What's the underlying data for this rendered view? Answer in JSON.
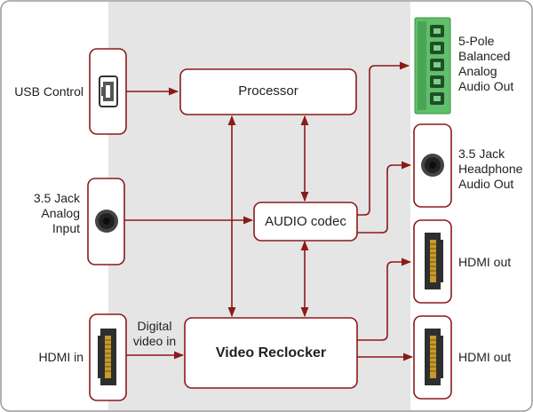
{
  "colors": {
    "frame_border": "#9a9a9a",
    "center_panel": "#e5e5e5",
    "wire": "#8b1a1a",
    "box_border": "#8b1a1a",
    "terminal_green": "#5fbf6a",
    "connector_dark": "#333333"
  },
  "left_labels": {
    "usb_control": "USB Control",
    "jack_input": "3.5 Jack\nAnalog\nInput",
    "hdmi_in": "HDMI in"
  },
  "blocks": {
    "processor": "Processor",
    "audio_codec": "AUDIO codec",
    "video_reclocker": "Video Reclocker"
  },
  "wire_labels": {
    "digital_video_in": "Digital\nvideo in"
  },
  "right_labels": {
    "balanced_out": "5-Pole\nBalanced\nAnalog\nAudio Out",
    "headphone_out": "3.5 Jack\nHeadphone\nAudio Out",
    "hdmi_out_1": "HDMI out",
    "hdmi_out_2": "HDMI out"
  },
  "icons": {
    "usb": "usb-mini-b-icon",
    "jack": "audio-jack-icon",
    "hdmi": "hdmi-port-icon",
    "terminal": "terminal-block-icon"
  }
}
